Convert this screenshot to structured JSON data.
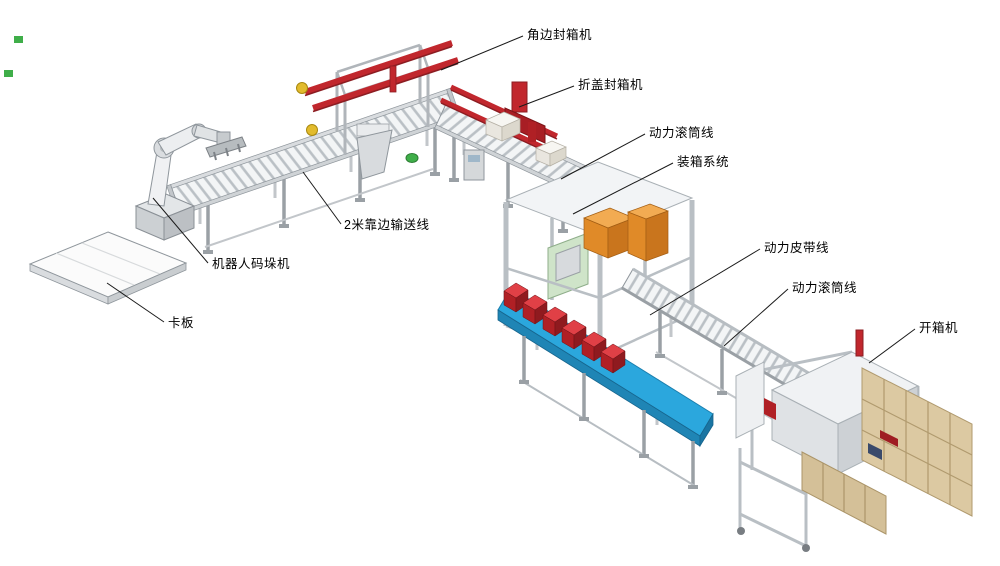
{
  "diagram": {
    "labels": [
      {
        "id": "corner-sealer",
        "text": "角边封箱机"
      },
      {
        "id": "flap-sealer",
        "text": "折盖封箱机"
      },
      {
        "id": "power-roller-line-1",
        "text": "动力滚筒线"
      },
      {
        "id": "packing-system",
        "text": "装箱系统"
      },
      {
        "id": "power-belt-line",
        "text": "动力皮带线"
      },
      {
        "id": "power-roller-line-2",
        "text": "动力滚筒线"
      },
      {
        "id": "carton-erector",
        "text": "开箱机"
      },
      {
        "id": "edge-conveyor",
        "text": "2米靠边输送线"
      },
      {
        "id": "robot-palletizer",
        "text": "机器人码垛机"
      },
      {
        "id": "pallet",
        "text": "卡板"
      }
    ],
    "colors": {
      "machine_red": "#c1272d",
      "belt_blue": "#2ba7dd",
      "box_orange": "#e08a28",
      "cardboard_tan": "#dcc9a2",
      "frame_gray": "#b9bfc4",
      "accent_green": "#3fae49",
      "accent_yellow": "#e2bb2d",
      "leader_black": "#1a1a1a"
    }
  }
}
